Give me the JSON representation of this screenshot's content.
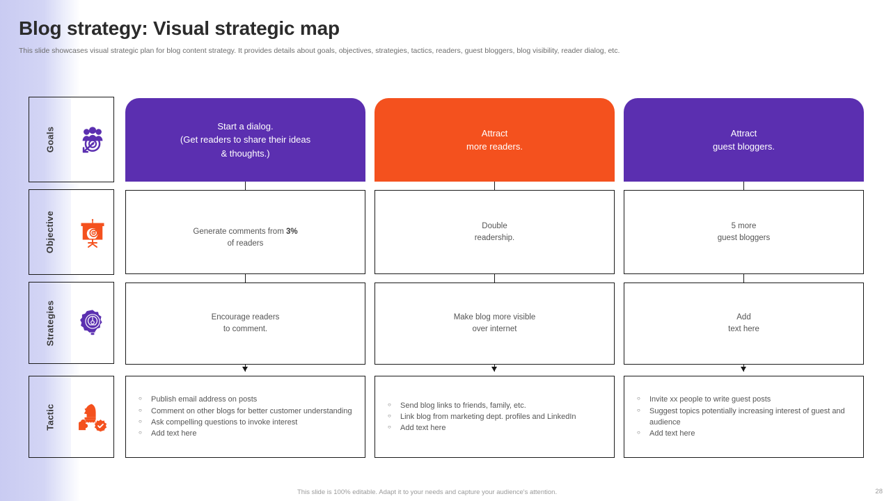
{
  "header": {
    "title": "Blog strategy: Visual strategic map",
    "subtitle": "This slide showcases visual strategic plan for blog content strategy. It provides details about goals, objectives, strategies, tactics, readers, guest bloggers, blog visibility, reader dialog, etc."
  },
  "colors": {
    "purple": "#5b2fb0",
    "orange": "#f4511e",
    "border": "#1a1a1a",
    "strip": "#c9cbf2",
    "text_muted": "#6d6d6d"
  },
  "rows": [
    {
      "label": "Goals",
      "icon": "people-target-icon",
      "icon_color": "#5b2fb0"
    },
    {
      "label": "Objective",
      "icon": "presentation-target-icon",
      "icon_color": "#f4511e"
    },
    {
      "label": "Strategies",
      "icon": "gear-bulb-icon",
      "icon_color": "#5b2fb0"
    },
    {
      "label": "Tactic",
      "icon": "chess-knight-puzzle-icon",
      "icon_color": "#f4511e"
    }
  ],
  "goals": [
    {
      "text": "Start a dialog.\n(Get readers to share their ideas\n& thoughts.)",
      "color": "#5b2fb0"
    },
    {
      "text": "Attract\nmore readers.",
      "color": "#f4511e"
    },
    {
      "text": "Attract\nguest bloggers.",
      "color": "#5b2fb0"
    }
  ],
  "objectives": [
    {
      "pre": "Generate comments from ",
      "bold": "3%",
      "post": "\nof readers"
    },
    {
      "pre": "Double\nreadership.",
      "bold": "",
      "post": ""
    },
    {
      "pre": "5 more\nguest bloggers",
      "bold": "",
      "post": ""
    }
  ],
  "strategies": [
    "Encourage readers\nto comment.",
    "Make blog more visible\nover internet",
    "Add\ntext here"
  ],
  "tactics": [
    [
      "Publish email address on posts",
      "Comment on other blogs for better customer understanding",
      "Ask compelling questions to invoke interest",
      "Add text here"
    ],
    [
      "Send blog links to friends, family, etc.",
      "Link blog from marketing dept. profiles and LinkedIn",
      "Add text here"
    ],
    [
      "Invite xx people to write guest posts",
      "Suggest topics potentially increasing interest of guest and audience",
      "Add text here"
    ]
  ],
  "footer": {
    "note": "This slide is 100% editable. Adapt it to your needs and capture your audience's attention.",
    "page": "28"
  }
}
